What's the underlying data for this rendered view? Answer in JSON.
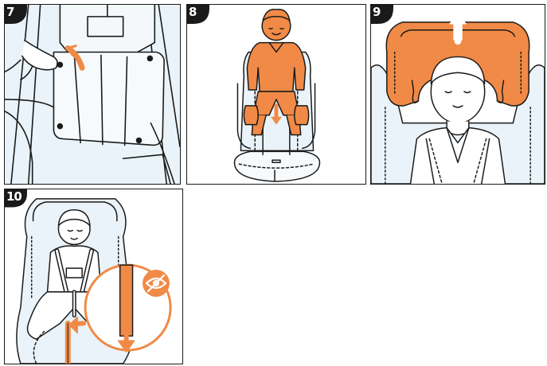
{
  "accent_color": "#f08a46",
  "steps": [
    {
      "number": "7",
      "icon": "headrest-fabric-cover-icon"
    },
    {
      "number": "8",
      "icon": "child-seated-push-down-icon"
    },
    {
      "number": "9",
      "icon": "headrest-adjust-up-icon"
    },
    {
      "number": "10",
      "icon": "harness-tighten-check-icon"
    }
  ],
  "inspect_icon": "eye-check-icon"
}
